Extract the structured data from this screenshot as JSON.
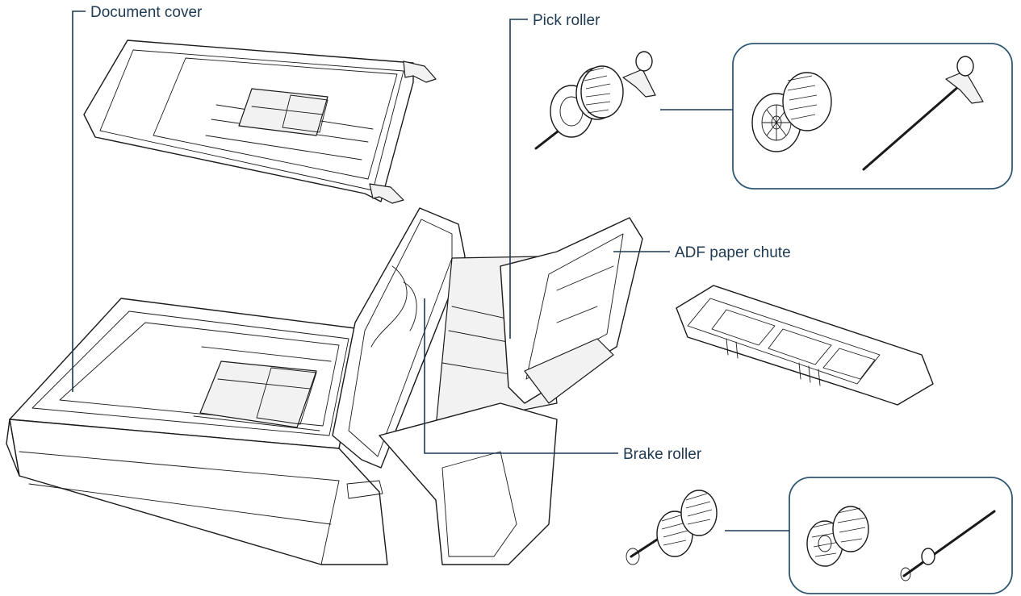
{
  "callouts": {
    "document_cover": "Document cover",
    "pick_roller": "Pick roller",
    "adf_paper_chute": "ADF paper chute",
    "brake_roller": "Brake roller"
  }
}
